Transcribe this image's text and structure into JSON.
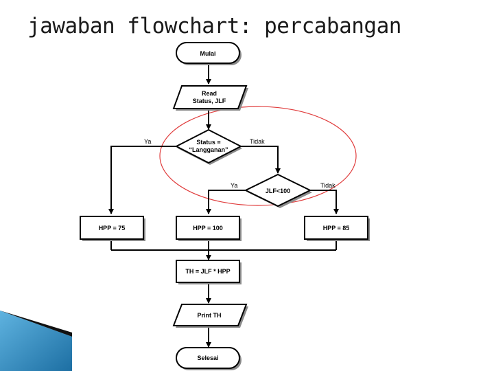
{
  "slide": {
    "title": "jawaban flowchart: percabangan",
    "accent_colors": {
      "deco": "#3c8fbf",
      "highlight_ring": "#e03c3c"
    }
  },
  "flowchart": {
    "nodes": {
      "start": "Mulai",
      "read_line1": "Read",
      "read_line2": "Status, JLF",
      "decision1_line1": "Status =",
      "decision1_line2": "“Langganan”",
      "decision2": "JLF<100",
      "hpp75": "HPP = 75",
      "hpp100": "HPP = 100",
      "hpp85": "HPP = 85",
      "compute": "TH = JLF * HPP",
      "print": "Print TH",
      "end": "Selesai"
    },
    "edges": {
      "d1_yes": "Ya",
      "d1_no": "Tidak",
      "d2_yes": "Ya",
      "d2_no": "Tidak"
    }
  }
}
